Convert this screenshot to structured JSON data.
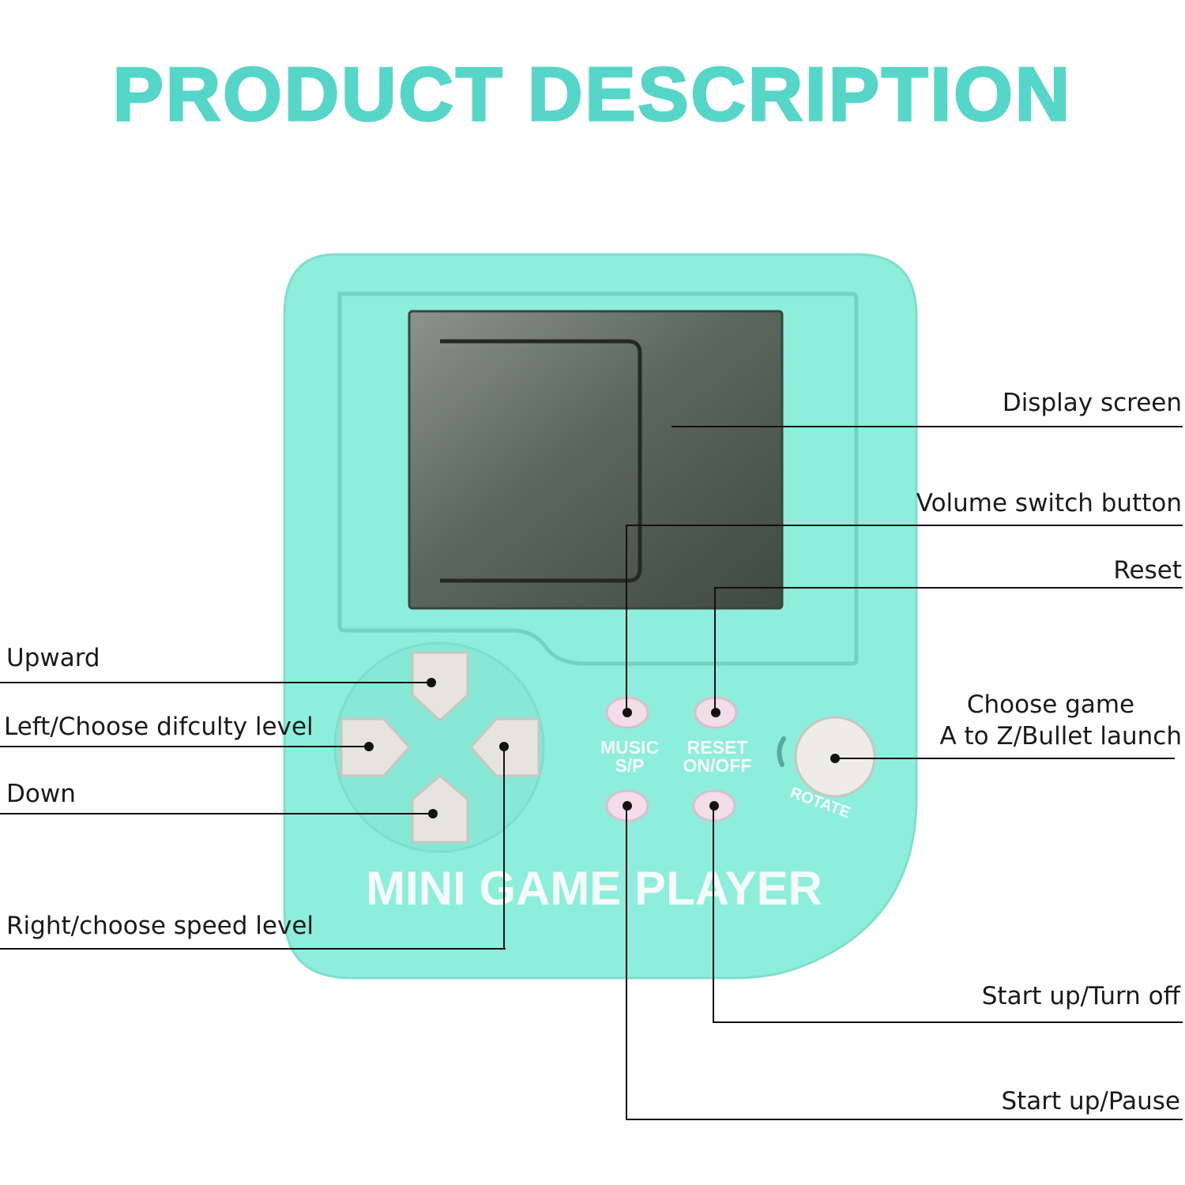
{
  "header": {
    "title": "PRODUCT DESCRIPTION"
  },
  "device": {
    "brand_text": "MINI GAME PLAYER",
    "music_label_1": "MUSIC",
    "music_label_2": "S/P",
    "reset_label_1": "RESET",
    "reset_label_2": "ON/OFF",
    "rotate_label": "ROTATE"
  },
  "callouts": {
    "display_screen": "Display screen",
    "volume_switch": "Volume switch button",
    "reset": "Reset",
    "choose_game_1": "Choose game",
    "choose_game_2": "A to Z/Bullet launch",
    "start_turn_off": "Start up/Turn off",
    "start_pause": "Start up/Pause",
    "upward": "Upward",
    "left": "Left/Choose difculty level",
    "down": "Down",
    "right": "Right/choose speed level"
  },
  "colors": {
    "title": "#56d6c9",
    "body": "#8eeedc",
    "screen": "#4f5b52"
  }
}
